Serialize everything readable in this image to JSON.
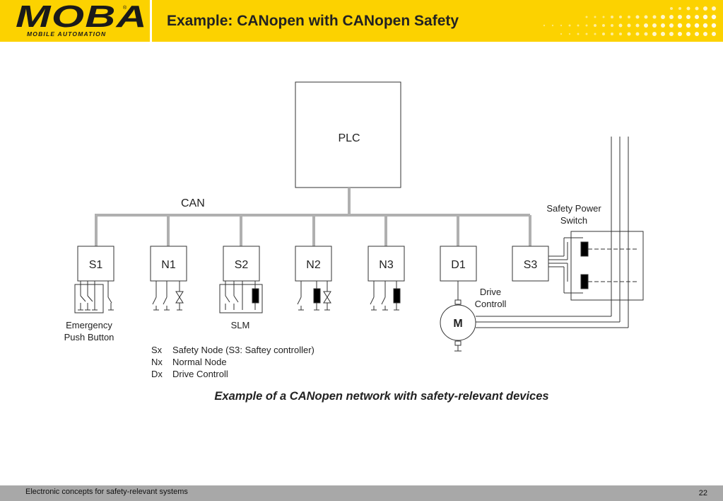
{
  "header": {
    "logo_text": "MOBA",
    "logo_subtitle": "MOBILE AUTOMATION",
    "logo_registered": "®",
    "title": "Example: CANopen with CANopen Safety"
  },
  "diagram": {
    "plc_label": "PLC",
    "bus_label": "CAN",
    "nodes": [
      "S1",
      "N1",
      "S2",
      "N2",
      "N3",
      "D1",
      "S3"
    ],
    "emergency_label_1": "Emergency",
    "emergency_label_2": "Push Button",
    "slm_label": "SLM",
    "drive_label_1": "Drive",
    "drive_label_2": "Controll",
    "motor_label": "M",
    "power_switch_label_1": "Safety Power",
    "power_switch_label_2": "Switch"
  },
  "legend": [
    {
      "code": "Sx",
      "text": "Safety Node  (S3: Saftey controller)"
    },
    {
      "code": "Nx",
      "text": "Normal Node"
    },
    {
      "code": "Dx",
      "text": "Drive Controll"
    }
  ],
  "caption": "Example of a CANopen network with safety-relevant devices",
  "footer": {
    "text": "Electronic concepts for safety-relevant systems",
    "page": "22"
  },
  "colors": {
    "header": "#fcd200",
    "bus": "#b0b0b0",
    "footer": "#a8a8a8"
  }
}
